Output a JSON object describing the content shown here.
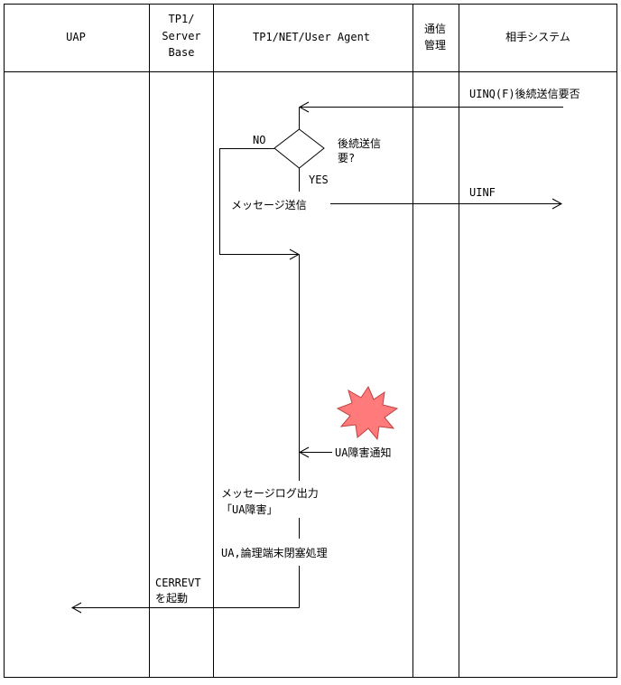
{
  "header": {
    "uap": "UAP",
    "server_base": [
      "TP1/",
      "Server",
      "Base"
    ],
    "user_agent": "TP1/NET/User Agent",
    "comm_mgmt": [
      "通信",
      "管理"
    ],
    "partner": "相手システム"
  },
  "flow": {
    "uinq_label": "UINQ(F)後続送信要否",
    "decision": [
      "後続送信",
      "要?"
    ],
    "no_label": "NO",
    "yes_label": "YES",
    "send_label": "メッセージ送信",
    "uinf_label": "UINF",
    "ua_fault_notice": "UA障害通知",
    "log_output": [
      "メッセージログ出力",
      "「UA障害」"
    ],
    "close_process": "UA,論理端末閉塞処理",
    "cerrevt": [
      "CERREVT",
      "を起動"
    ]
  },
  "colors": {
    "fault_burst": "#ff7b7b",
    "line": "#000000"
  }
}
